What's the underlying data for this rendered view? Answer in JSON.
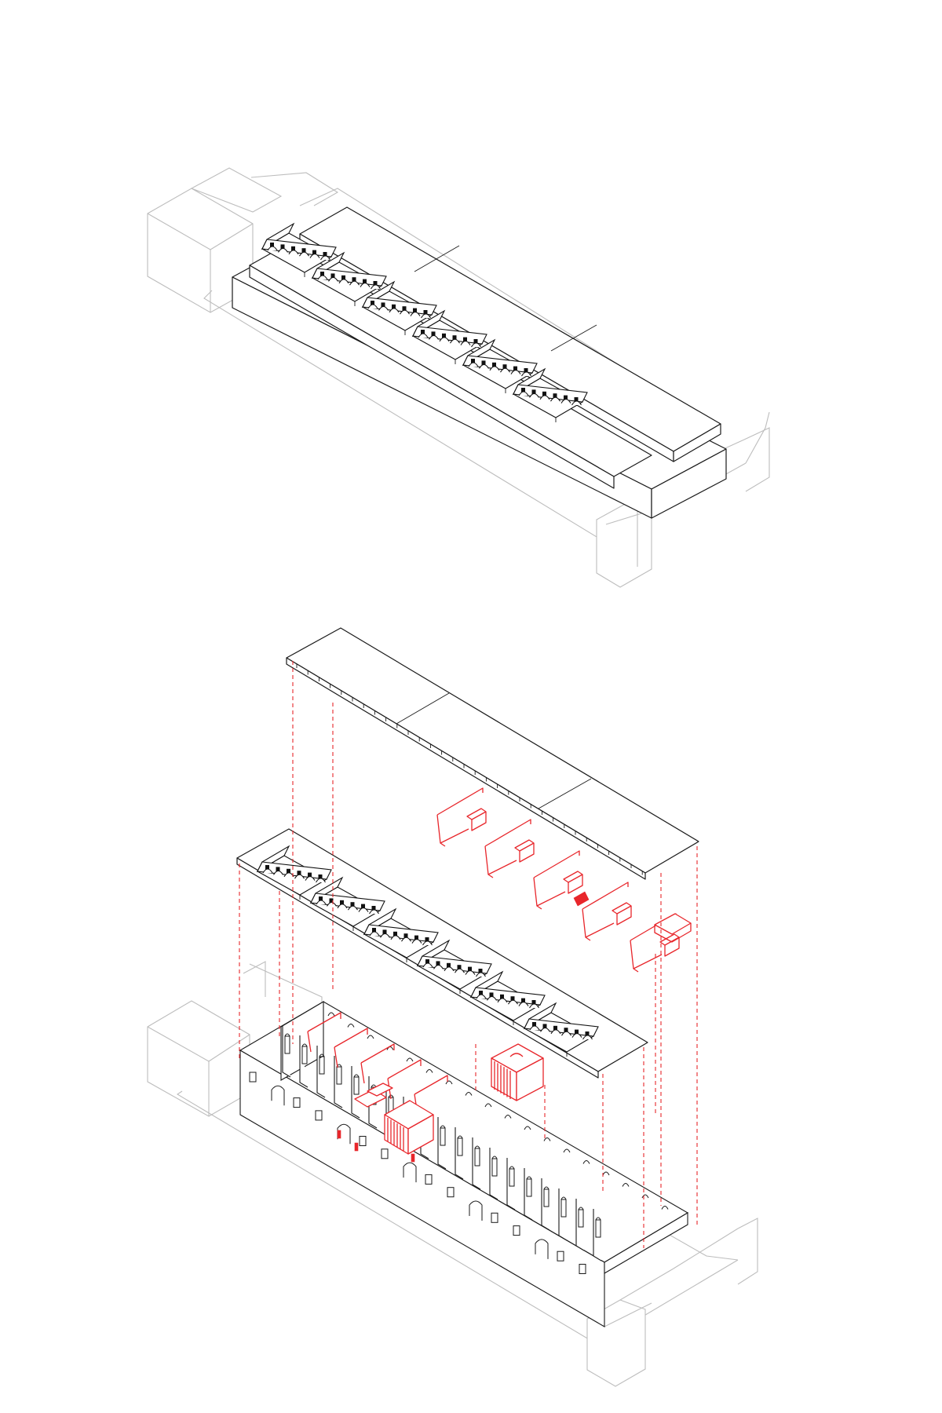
{
  "diagram": {
    "views": [
      {
        "id": "assembled-axonometric"
      },
      {
        "id": "exploded-axonometric"
      }
    ],
    "colors": {
      "structure": "#1a1a1a",
      "context": "#bdbdbd",
      "intervention": "#e8262b",
      "background": "#ffffff"
    },
    "counts": {
      "skylight_modules": 6,
      "roof_panels": 3,
      "red_frames": 5
    }
  }
}
